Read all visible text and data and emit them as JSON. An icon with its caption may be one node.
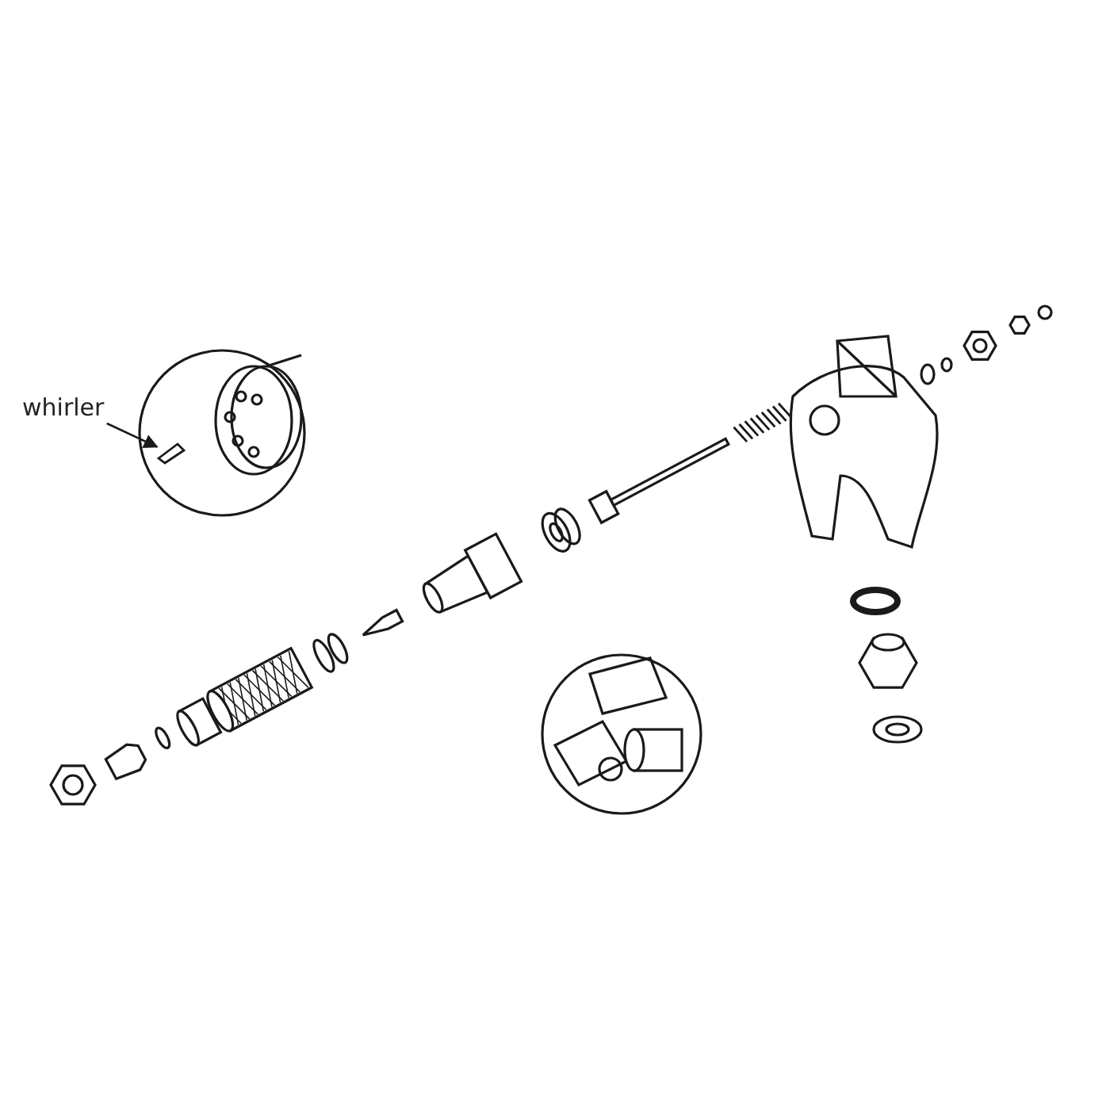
{
  "diagram": {
    "nodes": [
      {
        "text": [
          "whirler"
        ]
      },
      {
        "text": [],
        "shape": "picture"
      }
    ],
    "edges": [
      {
        "from": 0,
        "to": 1,
        "arrow": "to"
      }
    ]
  }
}
